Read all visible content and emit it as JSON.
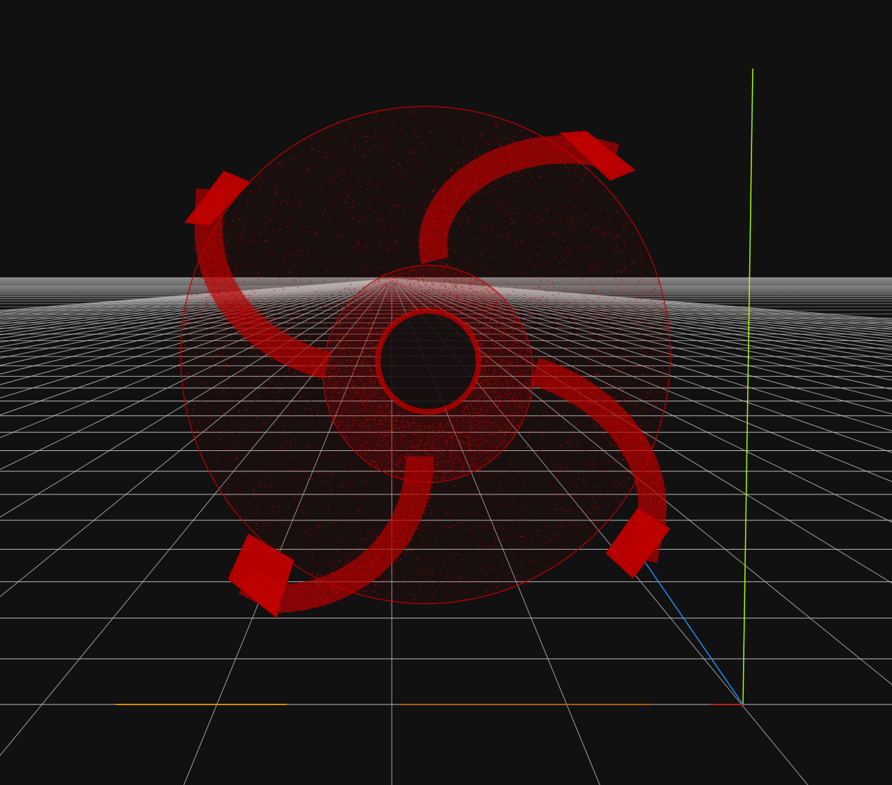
{
  "viewer": {
    "background": "#111111",
    "grid_color": "#bdbdbd",
    "horizon_color": "#8a8a8a",
    "points_color": "#c00000",
    "points_color_dense": "#b30000"
  },
  "axes": [
    {
      "name": "x-axis",
      "color": "#e08a00"
    },
    {
      "name": "y-axis",
      "color": "#aaff00"
    },
    {
      "name": "z-axis",
      "color": "#1f8fff"
    }
  ],
  "model": {
    "kind": "point-cloud",
    "shape": "four-blade impeller with hub"
  }
}
